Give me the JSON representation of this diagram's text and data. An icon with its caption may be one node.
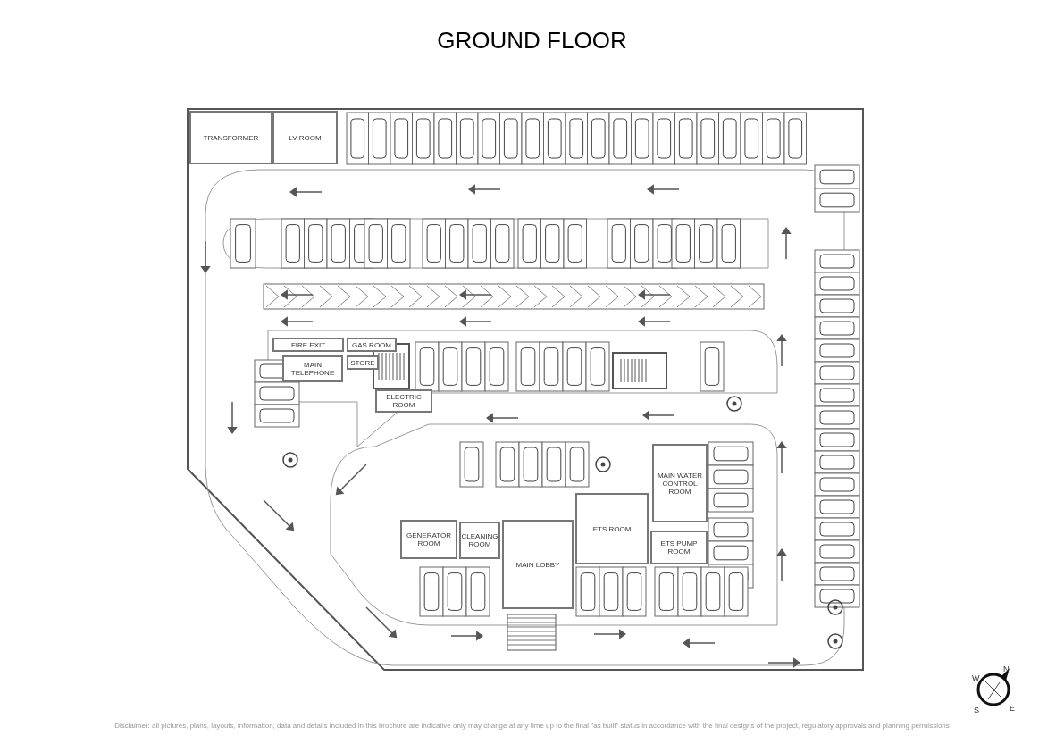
{
  "diagram": {
    "title": "GROUND FLOOR",
    "nodes": [
      {
        "text": [
          "TRANSFORMER"
        ]
      },
      {
        "text": [
          "LV ROOM"
        ]
      },
      {
        "text": [
          "FIRE EXIT"
        ]
      },
      {
        "text": [
          "GAS ROOM"
        ]
      },
      {
        "text": [
          "MAIN TELEPHONE"
        ]
      },
      {
        "text": [
          "STORE"
        ]
      },
      {
        "text": [
          "ELECTRIC ROOM"
        ]
      },
      {
        "text": [
          "GENERATOR ROOM"
        ]
      },
      {
        "text": [
          "CLEANING ROOM"
        ]
      },
      {
        "text": [
          "MAIN LOBBY"
        ]
      },
      {
        "text": [
          "ETS ROOM"
        ]
      },
      {
        "text": [
          "MAIN WATER CONTROL ROOM"
        ]
      },
      {
        "text": [
          "ETS PUMP ROOM"
        ]
      }
    ],
    "labels": [
      "N",
      "W",
      "S",
      "E",
      "Disclaimer: all pictures, plans, layouts, information, data and details included in this brochure are indicative only may change at any time up to the final \"as built\" status in accordance with the final designs of the project, regulatory approvals and planning permissions"
    ]
  }
}
